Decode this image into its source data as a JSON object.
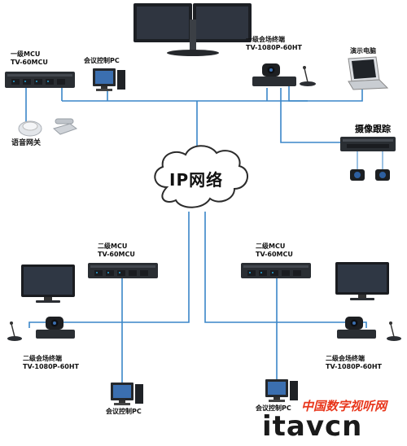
{
  "mcu_level1": {
    "line1": "一级MCU",
    "line2": "TV-60MCU"
  },
  "control_pc_top": "会议控制PC",
  "terminal_level1": {
    "line1": "一级会场终端",
    "line2": "TV-1080P-60HT"
  },
  "demo_pc": "演示电脑",
  "voice_gateway": "语音网关",
  "camera_tracking": "摄像跟踪",
  "ip_network": "IP网络",
  "mcu_level2_left": {
    "line1": "二级MCU",
    "line2": "TV-60MCU"
  },
  "mcu_level2_right": {
    "line1": "二级MCU",
    "line2": "TV-60MCU"
  },
  "terminal_level2_left": {
    "line1": "二级会场终端",
    "line2": "TV-1080P-60HT"
  },
  "terminal_level2_right": {
    "line1": "二级会场终端",
    "line2": "TV-1080P-60HT"
  },
  "control_pc_bottom_left": "会议控制PC",
  "control_pc_bottom_right": "会议控制PC",
  "watermark": {
    "line1": "中国数字视听网",
    "line2": "itavcn"
  },
  "colors": {
    "link": "#3a86c8",
    "device_dark": "#2a2e33",
    "led": "#28a6d8",
    "watermark": "#e8361b"
  }
}
